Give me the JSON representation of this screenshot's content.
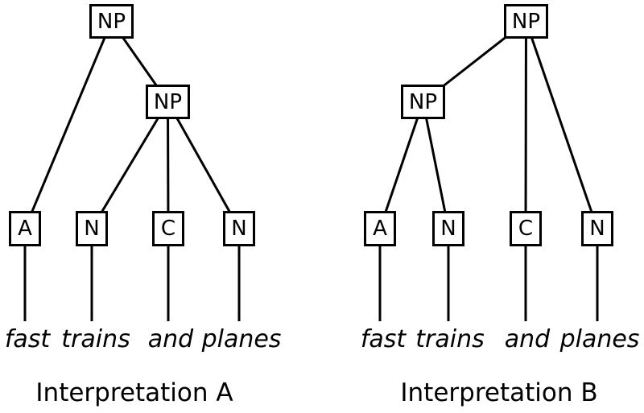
{
  "diagram": {
    "background_color": "#ffffff",
    "line_color": "#000000",
    "trees": [
      {
        "id": "a",
        "caption": "Interpretation A",
        "nodes": [
          {
            "id": "root",
            "label": "NP"
          },
          {
            "id": "np2",
            "label": "NP"
          },
          {
            "id": "adj",
            "label": "A"
          },
          {
            "id": "n1",
            "label": "N"
          },
          {
            "id": "conj",
            "label": "C"
          },
          {
            "id": "n2",
            "label": "N"
          }
        ],
        "words": [
          {
            "id": "w1",
            "text": "fast"
          },
          {
            "id": "w2",
            "text": "trains"
          },
          {
            "id": "w3",
            "text": "and"
          },
          {
            "id": "w4",
            "text": "planes"
          }
        ],
        "edges": [
          [
            "root",
            "adj"
          ],
          [
            "root",
            "np2"
          ],
          [
            "np2",
            "n1"
          ],
          [
            "np2",
            "conj"
          ],
          [
            "np2",
            "n2"
          ],
          [
            "adj",
            "w1"
          ],
          [
            "n1",
            "w2"
          ],
          [
            "conj",
            "w3"
          ],
          [
            "n2",
            "w4"
          ]
        ]
      },
      {
        "id": "b",
        "caption": "Interpretation B",
        "nodes": [
          {
            "id": "root",
            "label": "NP"
          },
          {
            "id": "np2",
            "label": "NP"
          },
          {
            "id": "adj",
            "label": "A"
          },
          {
            "id": "n1",
            "label": "N"
          },
          {
            "id": "conj",
            "label": "C"
          },
          {
            "id": "n2",
            "label": "N"
          }
        ],
        "words": [
          {
            "id": "w1",
            "text": "fast"
          },
          {
            "id": "w2",
            "text": "trains"
          },
          {
            "id": "w3",
            "text": "and"
          },
          {
            "id": "w4",
            "text": "planes"
          }
        ],
        "edges": [
          [
            "root",
            "np2"
          ],
          [
            "root",
            "conj"
          ],
          [
            "root",
            "n2"
          ],
          [
            "np2",
            "adj"
          ],
          [
            "np2",
            "n1"
          ],
          [
            "adj",
            "w1"
          ],
          [
            "n1",
            "w2"
          ],
          [
            "conj",
            "w3"
          ],
          [
            "n2",
            "w4"
          ]
        ]
      }
    ]
  }
}
